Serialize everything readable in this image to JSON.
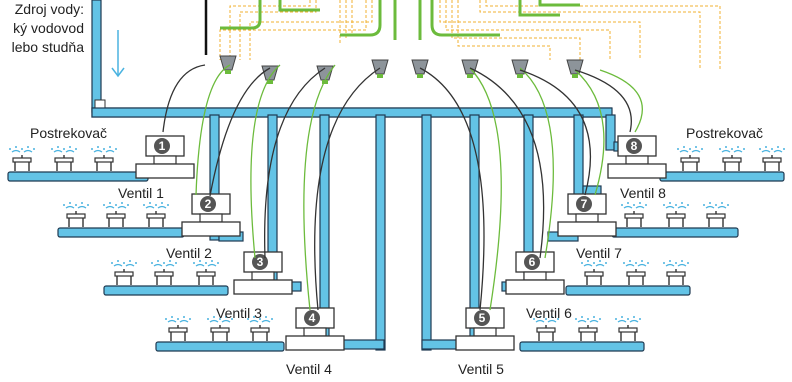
{
  "source_label": [
    "Zdroj vody:",
    "ký vodovod",
    "lebo studňa"
  ],
  "sprinkler_label_left": "Postrekovač",
  "sprinkler_label_right": "Postrekovač",
  "valves": [
    {
      "number": "1",
      "label": "Ventil 1"
    },
    {
      "number": "2",
      "label": "Ventil 2"
    },
    {
      "number": "3",
      "label": "Ventil 3"
    },
    {
      "number": "4",
      "label": "Ventil 4"
    },
    {
      "number": "5",
      "label": "Ventil 5"
    },
    {
      "number": "6",
      "label": "Ventil 6"
    },
    {
      "number": "7",
      "label": "Ventil 7"
    },
    {
      "number": "8",
      "label": "Ventil 8"
    }
  ],
  "colors": {
    "pipe_fill": "#63c3e6",
    "pipe_edge": "#1f3a52",
    "wire_green": "#6cbb3c",
    "wire_dash": "#f0b030",
    "badge": "#555555",
    "arrow": "#4ab3e0"
  }
}
